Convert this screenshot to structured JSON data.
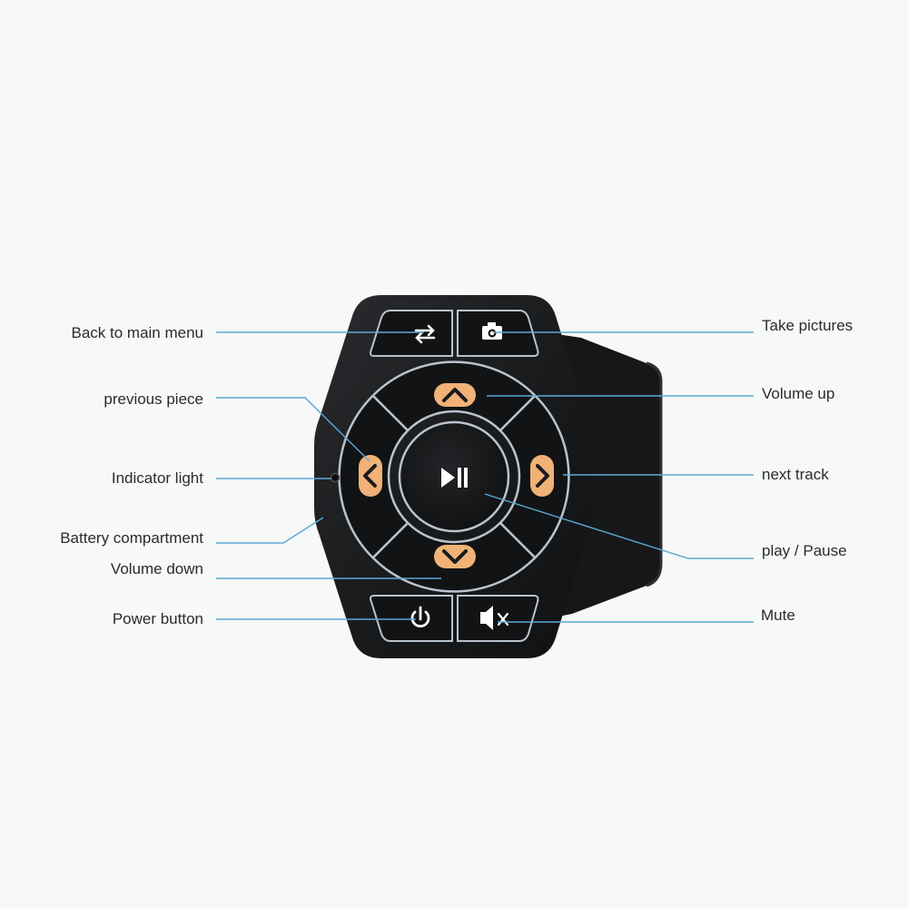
{
  "colors": {
    "background": "#f7f8f8",
    "device_body": "#1c1d1f",
    "button_face": "#121314",
    "button_outline": "#b9c3cc",
    "accent": "#f0b276",
    "icon_white": "#ffffff",
    "leader_line": "#5aa9d6"
  },
  "labels_left": [
    {
      "id": "back-to-main-menu",
      "text": "Back to main menu"
    },
    {
      "id": "previous-piece",
      "text": "previous piece"
    },
    {
      "id": "indicator-light",
      "text": "Indicator light"
    },
    {
      "id": "battery-compartment",
      "text": "Battery compartment"
    },
    {
      "id": "volume-down",
      "text": "Volume down"
    },
    {
      "id": "power-button",
      "text": "Power button"
    }
  ],
  "labels_right": [
    {
      "id": "take-pictures",
      "text": "Take pictures"
    },
    {
      "id": "volume-up",
      "text": "Volume up"
    },
    {
      "id": "next-track",
      "text": "next track"
    },
    {
      "id": "play-pause",
      "text": "play / Pause"
    },
    {
      "id": "mute",
      "text": "Mute"
    }
  ],
  "icons": {
    "back": "repeat-arrows-icon",
    "camera": "camera-icon",
    "up": "chevron-up-icon",
    "down": "chevron-down-icon",
    "left": "chevron-left-icon",
    "right": "chevron-right-icon",
    "play_pause": "play-pause-icon",
    "power": "power-icon",
    "mute": "speaker-mute-icon"
  }
}
